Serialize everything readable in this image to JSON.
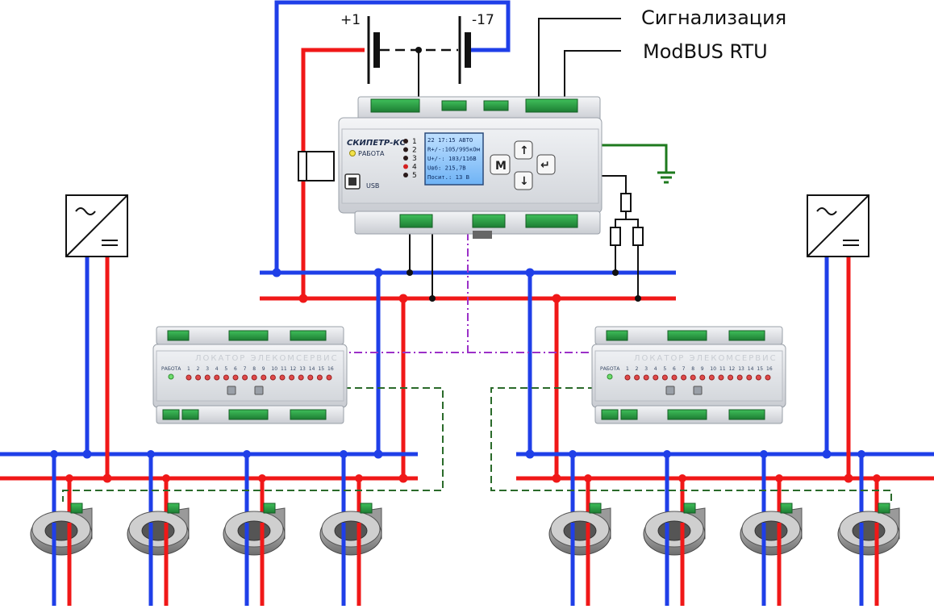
{
  "labels": {
    "signaling": "Сигнализация",
    "modbus": "ModBUS RTU",
    "battery_pos": "+1",
    "battery_neg": "-17"
  },
  "controller": {
    "model": "СКИПЕТР-КС",
    "run_label": "РАБОТА",
    "usb_label": "USB",
    "led_numbers": [
      "1",
      "2",
      "3",
      "4",
      "5"
    ],
    "display_lines": [
      "22  17:15  АВТО",
      "R+/-:105/995кОм",
      "U+/-: 103/116В",
      "Uвб: 215,7В",
      "Посит.: 13 В"
    ],
    "buttons": {
      "menu": "M",
      "up": "↑",
      "down": "↓",
      "enter": "↵"
    }
  },
  "locator": {
    "title": "ЛОКАТОР ЭЛЕКОМСЕРВИС",
    "run_label": "РАБОТА",
    "channels": [
      "1",
      "2",
      "3",
      "4",
      "5",
      "6",
      "7",
      "8",
      "9",
      "10",
      "11",
      "12",
      "13",
      "14",
      "15",
      "16"
    ]
  },
  "colors": {
    "negative_wire": "#1f3fe8",
    "positive_wire": "#f01818",
    "ground": "#1e7a1e",
    "modbus_dashdot": "#9b30c8",
    "sensor_link": "#2a6a2a"
  }
}
